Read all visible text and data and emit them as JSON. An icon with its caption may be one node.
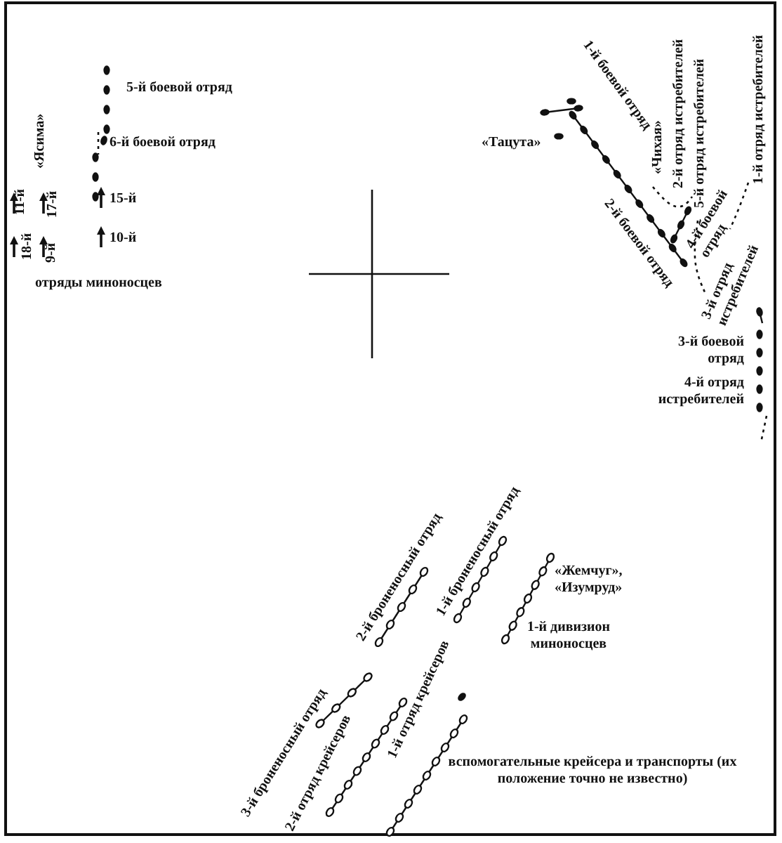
{
  "diagram": {
    "labels": [
      "5-й боевой отряд",
      "«Ясима»",
      "6-й боевой отряд",
      "11-й",
      "17-й",
      "15-й",
      "18-й",
      "9-й",
      "10-й",
      "отряды миноносцев",
      "1-й боевой отряд",
      "«Тацута»",
      "«Чихая»",
      "2-й отряд истребителей",
      "5-й отряд истребителей",
      "1-й отряд истребителей",
      "2-й боевой отряд",
      "4-й боевой отряд",
      "3-й отряд истребителей",
      "3-й боевой отряд",
      "4-й отряд истребителей",
      "2-й броненосный отряд",
      "1-й броненосный отряд",
      "«Жемчуг», «Изумруд»",
      "1-й дивизион миноносцев",
      "3-й броненосный отряд",
      "2-й отряд крейсеров",
      "1-й отряд крейсеров",
      "вспомогательные крейсера и транспорты (их положение точно не известно)"
    ]
  }
}
